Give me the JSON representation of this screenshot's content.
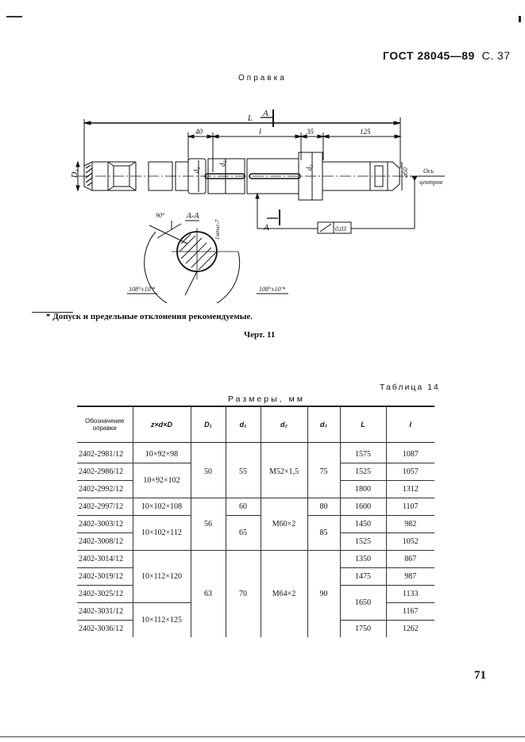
{
  "header": {
    "standard": "ГОСТ 28045—89",
    "page": "С. 37"
  },
  "figure": {
    "title": "Оправка",
    "section_marker": "A",
    "section_view_label": "A-A",
    "dimensions": {
      "overall": "L",
      "left_segment": "40",
      "middle_segment": "l",
      "right_shoulder": "35",
      "right_end": "125",
      "D1": "D₁",
      "d1": "d₁",
      "d2": "d₂",
      "d3": "d₃",
      "end_diameter": "⌀50",
      "axis_label_1": "Ось",
      "axis_label_2": "центров",
      "runout_tolerance": "0,03",
      "runout_star": "*",
      "angle_top": "90°",
      "angle_left": "108°±10'*",
      "angle_right": "108°±10'*",
      "keyway_dim": "1мтаг-7"
    },
    "footnote": "* Допуск и предельные отклонения рекомендуемые.",
    "caption": "Черт. 11"
  },
  "table": {
    "label": "Таблица 14",
    "subtitle": "Размеры, мм",
    "columns": [
      "Обозначение оправки",
      "z×d×D",
      "D₁",
      "d₁",
      "d₂",
      "d₃",
      "L",
      "l"
    ],
    "rows": [
      {
        "designation": "2402-2981/12",
        "zdD": "10×92×98",
        "D1": "50",
        "d1": "55",
        "d2": "M52×1,5",
        "d3": "75",
        "L": "1575",
        "l": "1087"
      },
      {
        "designation": "2402-2986/12",
        "zdD": "10×92×102",
        "D1": "50",
        "d1": "55",
        "d2": "M52×1,5",
        "d3": "75",
        "L": "1525",
        "l": "1057"
      },
      {
        "designation": "2402-2992/12",
        "zdD": "10×92×102",
        "D1": "50",
        "d1": "55",
        "d2": "M52×1,5",
        "d3": "75",
        "L": "1800",
        "l": "1312"
      },
      {
        "designation": "2402-2997/12",
        "zdD": "10×102×108",
        "D1": "56",
        "d1": "60",
        "d2": "M60×2",
        "d3": "80",
        "L": "1600",
        "l": "1107"
      },
      {
        "designation": "2402-3003/12",
        "zdD": "10×102×112",
        "D1": "56",
        "d1": "65",
        "d2": "M60×2",
        "d3": "85",
        "L": "1450",
        "l": "982"
      },
      {
        "designation": "2402-3008/12",
        "zdD": "10×102×112",
        "D1": "56",
        "d1": "65",
        "d2": "M60×2",
        "d3": "85",
        "L": "1525",
        "l": "1052"
      },
      {
        "designation": "2402-3014/12",
        "zdD": "10×112×120",
        "D1": "63",
        "d1": "70",
        "d2": "M64×2",
        "d3": "90",
        "L": "1350",
        "l": "867"
      },
      {
        "designation": "2402-3019/12",
        "zdD": "10×112×120",
        "D1": "63",
        "d1": "70",
        "d2": "M64×2",
        "d3": "90",
        "L": "1475",
        "l": "987"
      },
      {
        "designation": "2402-3025/12",
        "zdD": "10×112×120",
        "D1": "63",
        "d1": "70",
        "d2": "M64×2",
        "d3": "90",
        "L": "1650",
        "l": "1133"
      },
      {
        "designation": "2402-3031/12",
        "zdD": "10×112×125",
        "D1": "63",
        "d1": "70",
        "d2": "M64×2",
        "d3": "90",
        "L": "1650",
        "l": "1167"
      },
      {
        "designation": "2402-3036/12",
        "zdD": "10×112×125",
        "D1": "63",
        "d1": "70",
        "d2": "M64×2",
        "d3": "90",
        "L": "1750",
        "l": "1262"
      }
    ]
  },
  "page_number": "71"
}
